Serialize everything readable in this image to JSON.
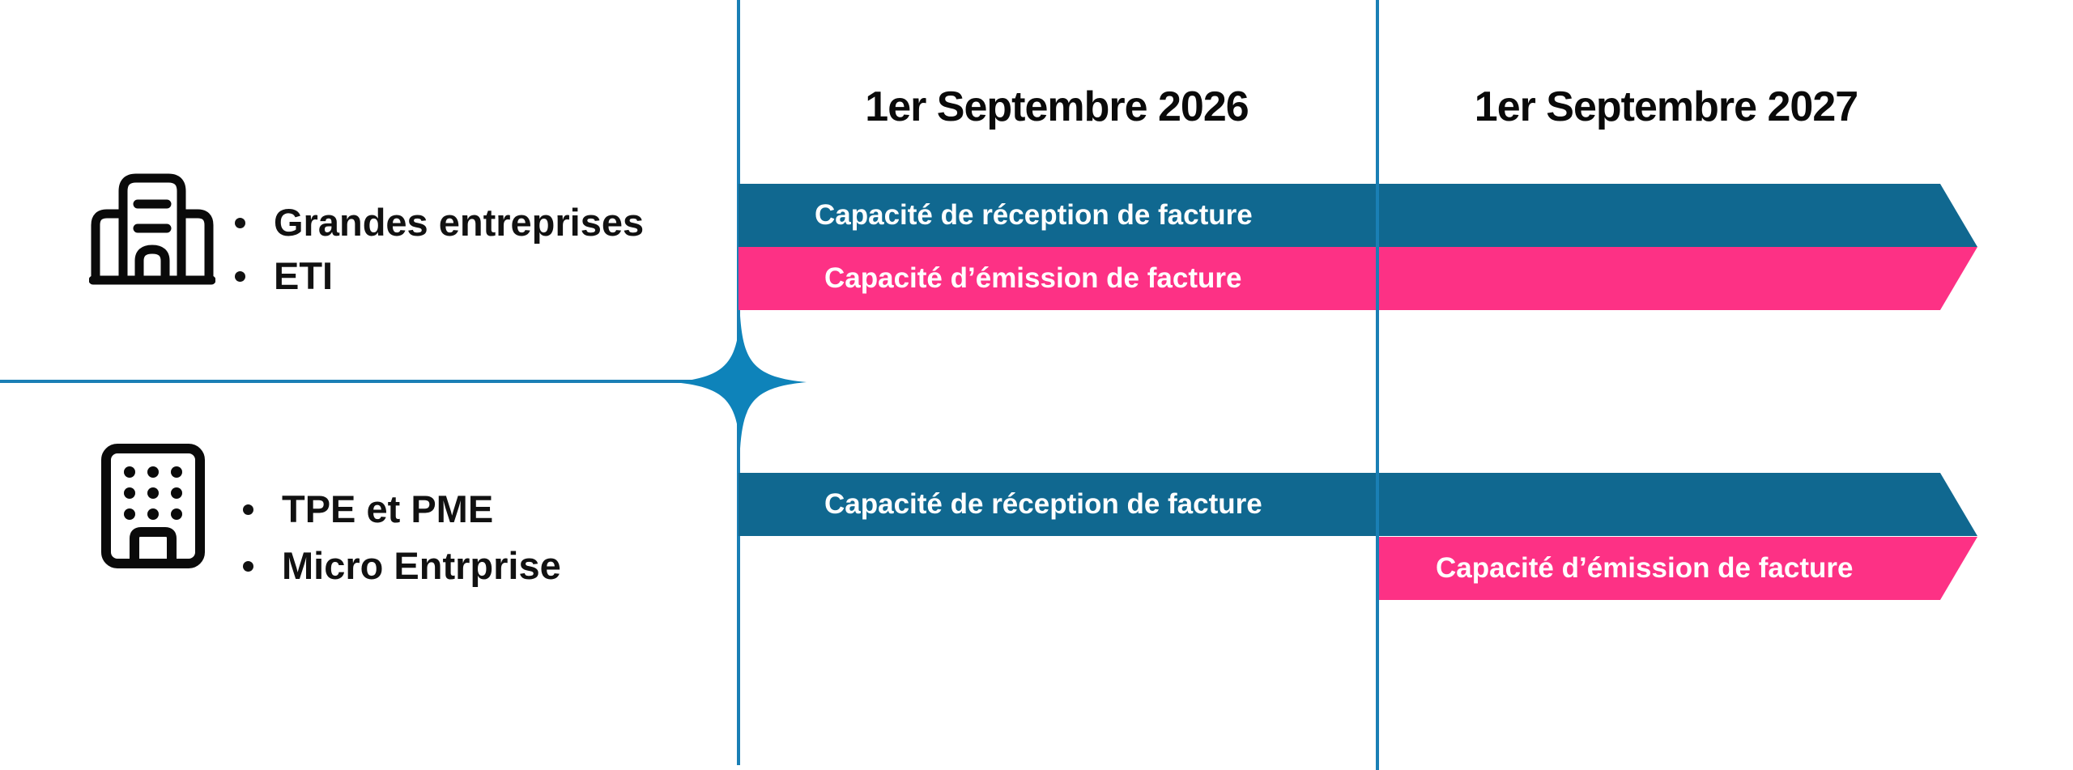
{
  "dates": [
    "1er Septembre 2026",
    "1er Septembre 2027"
  ],
  "groups": [
    {
      "icon": "office-building-icon",
      "items": [
        "Grandes entreprises",
        "ETI"
      ]
    },
    {
      "icon": "apartment-building-icon",
      "items": [
        "TPE et PME",
        "Micro Entrprise"
      ]
    }
  ],
  "bars": {
    "large_reception": "Capacité de réception de facture",
    "large_emission": "Capacité d’émission de facture",
    "small_reception": "Capacité de réception de facture",
    "small_emission": "Capacité d’émission de facture"
  },
  "colors": {
    "accent_line": "#1a7fb5",
    "reception_bar": "#106890",
    "emission_bar": "#fd3185",
    "text": "#111111"
  }
}
